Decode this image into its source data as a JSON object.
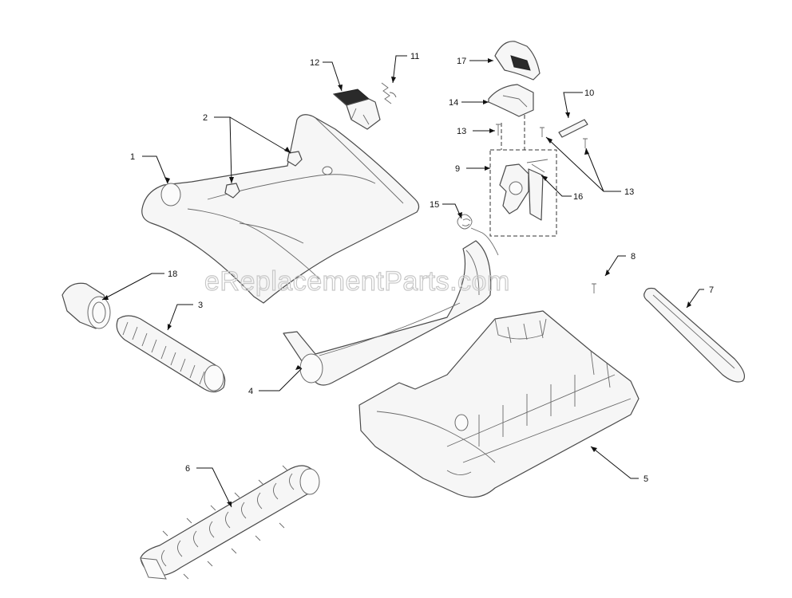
{
  "watermark": "eReplacementParts.com",
  "callouts": [
    {
      "id": "1",
      "text": "1"
    },
    {
      "id": "2",
      "text": "2"
    },
    {
      "id": "3",
      "text": "3"
    },
    {
      "id": "4",
      "text": "4"
    },
    {
      "id": "5",
      "text": "5"
    },
    {
      "id": "6",
      "text": "6"
    },
    {
      "id": "7",
      "text": "7"
    },
    {
      "id": "8",
      "text": "8"
    },
    {
      "id": "9",
      "text": "9"
    },
    {
      "id": "10",
      "text": "10"
    },
    {
      "id": "11",
      "text": "11"
    },
    {
      "id": "12",
      "text": "12"
    },
    {
      "id": "13a",
      "text": "13"
    },
    {
      "id": "13b",
      "text": "13"
    },
    {
      "id": "14",
      "text": "14"
    },
    {
      "id": "15",
      "text": "15"
    },
    {
      "id": "16",
      "text": "16"
    },
    {
      "id": "17",
      "text": "17"
    },
    {
      "id": "18",
      "text": "18"
    }
  ],
  "colors": {
    "line": "#4a4a4a",
    "leader": "#111111",
    "watermark": "#c8c8c8"
  }
}
